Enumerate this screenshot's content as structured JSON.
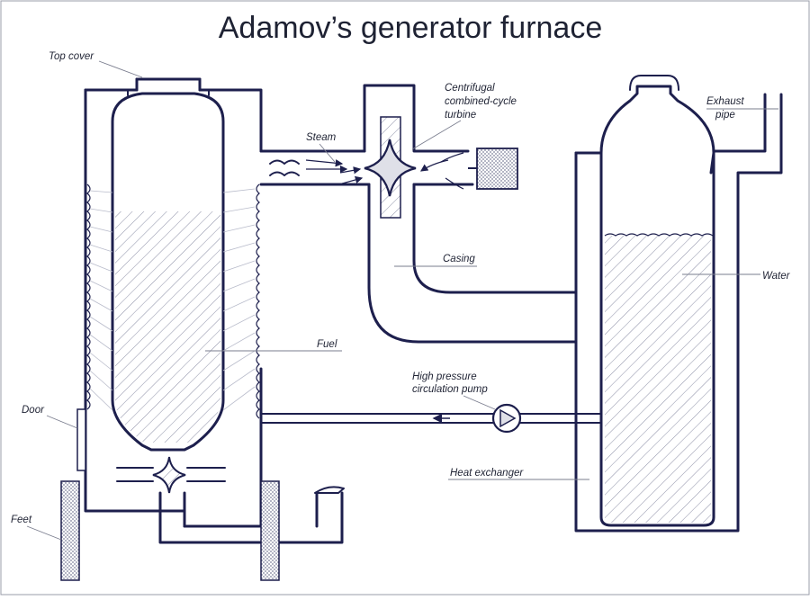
{
  "title": "Adamov’s generator furnace",
  "colors": {
    "ink": "#1d1f4d",
    "hatch": "#8c8fa6",
    "leader": "#7a7d8e",
    "background": "#ffffff"
  },
  "labels": {
    "top_cover": "Top cover",
    "steam": "Steam",
    "turbine_line1": "Centrifugal",
    "turbine_line2": "combined-cycle",
    "turbine_line3": "turbine",
    "exhaust_line1": "Exhaust",
    "exhaust_line2": "pipe",
    "casing": "Casing",
    "water": "Water",
    "fuel": "Fuel",
    "pump_line1": "High pressure",
    "pump_line2": "circulation pump",
    "door": "Door",
    "heat_exchanger": "Heat exchanger",
    "feet": "Feet"
  }
}
